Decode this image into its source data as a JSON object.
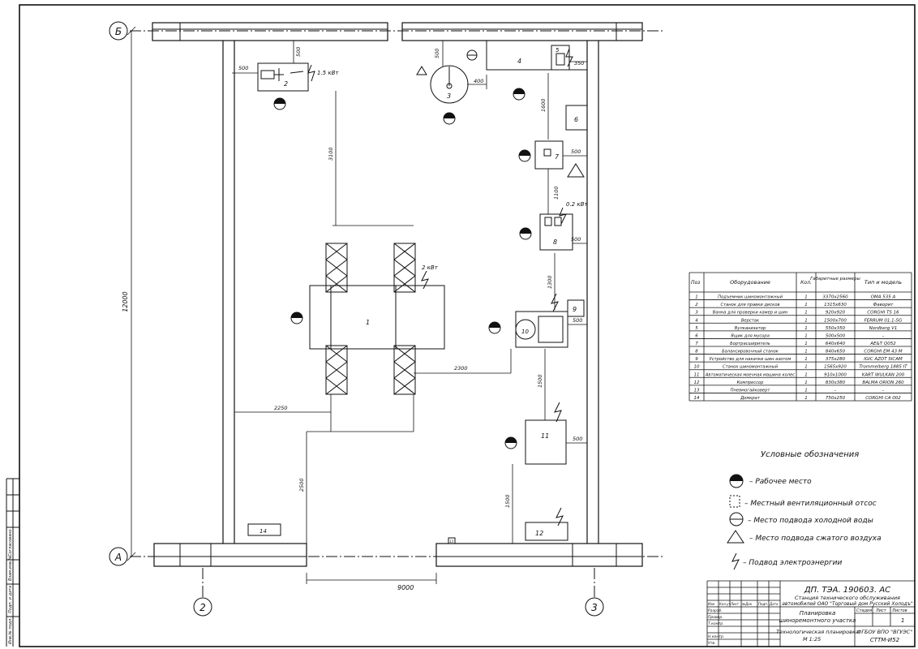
{
  "axes": {
    "top": "Б",
    "bottom": "А",
    "left_col": "2",
    "right_col": "3"
  },
  "dimensions": {
    "total_height": "12000",
    "total_width": "9000",
    "d500_a": "500",
    "d500_b": "500",
    "d500_c": "500",
    "d350": "350",
    "d400": "400",
    "d1600": "1600",
    "d3100": "3100",
    "d1100": "1100",
    "d1300": "1300",
    "d1500_a": "1500",
    "d1500_b": "1500",
    "d2300": "2300",
    "d2250": "2250",
    "d2500": "2500",
    "r500_7": "500",
    "r500_8": "500",
    "r500_10": "500",
    "r500_11": "500"
  },
  "power_labels": {
    "p2": "1.5 кВт",
    "p8": "0.2 кВт",
    "p1": "2 кВт"
  },
  "equipment_numbers": [
    "1",
    "2",
    "3",
    "4",
    "5",
    "6",
    "7",
    "8",
    "9",
    "10",
    "11",
    "12",
    "13",
    "14"
  ],
  "spec": {
    "headers": {
      "pos": "Поз",
      "name": "Оборудование",
      "qty": "Кол.",
      "size": "Габаритные размеры",
      "model": "Тип и модель"
    },
    "rows": [
      {
        "pos": "1",
        "name": "Подъемник шиномонтажный",
        "qty": "1",
        "size": "3370х2560",
        "model": "OMA 535 A"
      },
      {
        "pos": "2",
        "name": "Станок для правки дисков",
        "qty": "1",
        "size": "1315х630",
        "model": "Фаворит"
      },
      {
        "pos": "3",
        "name": "Ванна для проверки камер и шин",
        "qty": "1",
        "size": "920х920",
        "model": "CORGHI TS 16"
      },
      {
        "pos": "4",
        "name": "Верстак",
        "qty": "1",
        "size": "1500х700",
        "model": "FERRUM 01.1-5G"
      },
      {
        "pos": "5",
        "name": "Вулканизатор",
        "qty": "1",
        "size": "550х350",
        "model": "Nordberg V1"
      },
      {
        "pos": "6",
        "name": "Ящик для мусора",
        "qty": "1",
        "size": "500х500",
        "model": "–"
      },
      {
        "pos": "7",
        "name": "Бортрасширитель",
        "qty": "1",
        "size": "640х640",
        "model": "AE&T Q052"
      },
      {
        "pos": "8",
        "name": "Балансировочный станок",
        "qty": "1",
        "size": "840х650",
        "model": "CORGHI EM 43 M"
      },
      {
        "pos": "9",
        "name": "Устройство для накачки шин азотом",
        "qty": "1",
        "size": "375х280",
        "model": "IGIC AZOT SICAM"
      },
      {
        "pos": "10",
        "name": "Станок шиномонтажный",
        "qty": "1",
        "size": "1565х920",
        "model": "Trommelberg 1885 IT"
      },
      {
        "pos": "11",
        "name": "Автоматическая моечная машина колес",
        "qty": "1",
        "size": "910х1000",
        "model": "KART WULKAN 200"
      },
      {
        "pos": "12",
        "name": "Компрессор",
        "qty": "1",
        "size": "830х380",
        "model": "BALMA ORION 260"
      },
      {
        "pos": "13",
        "name": "Пневмогайковерт",
        "qty": "1",
        "size": "–",
        "model": "–"
      },
      {
        "pos": "14",
        "name": "Домкрат",
        "qty": "1",
        "size": "750х250",
        "model": "CORGHI CA 002"
      }
    ]
  },
  "legend": {
    "title": "Условные обозначения",
    "workplace": "– Рабочее место",
    "vent": "– Местный вентиляционный отсос",
    "water": "– Место подвода холодной воды",
    "air": "– Место подвода сжатого воздуха",
    "power": "– Подвод электроэнергии"
  },
  "stamp": {
    "code": "ДП. ТЭА. 190603. АС",
    "project1": "Станция технического обслуживания",
    "project2": "автомобилей ОАО \"Торговый дом Русский Холодъ\"",
    "sheet_title1": "Планировка",
    "sheet_title2": "шиноремонтного участка",
    "doc_title": "Технологическая планировка",
    "scale": "М 1:25",
    "org1": "ФГБОУ ВПО \"ВГУЭС\"",
    "org2": "СТТМ-И52",
    "col_stage": "Стадия",
    "col_sheet": "Лист",
    "col_sheets": "Листов",
    "sheet_no": "1",
    "change_cols": [
      "Изм",
      "Кол.уч",
      "Лист",
      "№Док",
      "Подп.",
      "Дата"
    ],
    "roles": [
      "Разраб.",
      "Провер.",
      "Т.контр.",
      "Н.контр.",
      "Утв."
    ],
    "side": [
      "Инв.№ подл.",
      "Подп. и дата",
      "Взам.инв.№",
      "Согласовано"
    ]
  }
}
